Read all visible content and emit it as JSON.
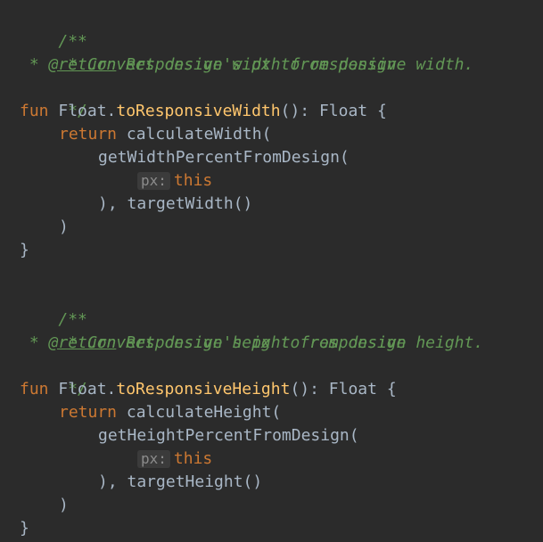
{
  "block1": {
    "doc_open": "/**",
    "doc_line1": " * Convert design's px to responsive width.",
    "doc_star2": " * ",
    "doc_tag": "@return",
    "doc_line2_rest": " Responsive width from design",
    "doc_close": " */",
    "kw_fun": "fun",
    "receiver": " Float.",
    "fn_name": "toResponsiveWidth",
    "sig_rest": "(): Float {",
    "kw_return": "return",
    "call": " calculateWidth(",
    "inner_call": "getWidthPercentFromDesign(",
    "hint": "px:",
    "kw_this": "this",
    "close_args": "), targetWidth()",
    "close_paren": ")",
    "close_brace": "}"
  },
  "block2": {
    "doc_open": "/**",
    "doc_line1": " * Convert design's px to responsive height.",
    "doc_star2": " * ",
    "doc_tag": "@return",
    "doc_line2_rest": " Responsive height from design",
    "doc_close": " */",
    "kw_fun": "fun",
    "receiver": " Float.",
    "fn_name": "toResponsiveHeight",
    "sig_rest": "(): Float {",
    "kw_return": "return",
    "call": " calculateHeight(",
    "inner_call": "getHeightPercentFromDesign(",
    "hint": "px:",
    "kw_this": "this",
    "close_args": "), targetHeight()",
    "close_paren": ")",
    "close_brace": "}"
  },
  "colors": {
    "background": "#2b2b2b",
    "comment": "#629755",
    "keyword": "#cc7832",
    "function": "#ffc66d",
    "text": "#a9b7c6"
  }
}
